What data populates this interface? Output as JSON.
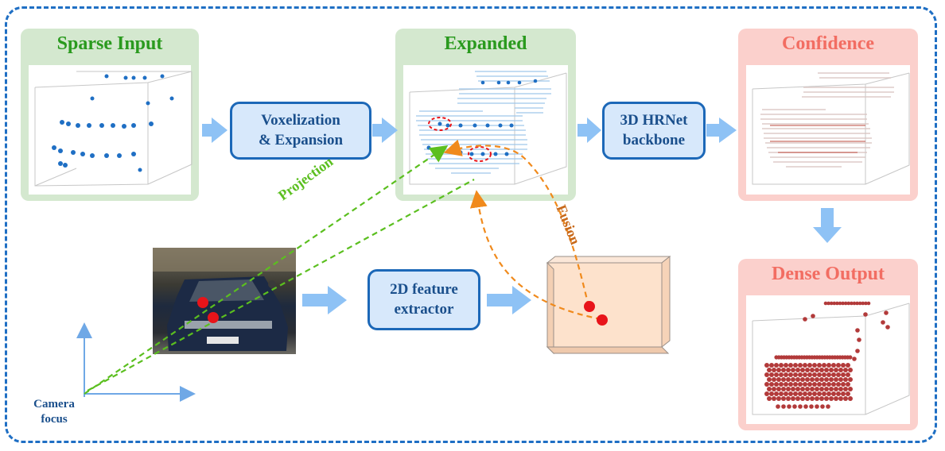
{
  "panels": {
    "sparse_input": {
      "title": "Sparse Input"
    },
    "expanded": {
      "title": "Expanded"
    },
    "confidence": {
      "title": "Confidence"
    },
    "dense_output": {
      "title": "Dense Output"
    }
  },
  "boxes": {
    "voxelization": "Voxelization\n& Expansion",
    "hrnet": "3D HRNet\nbackbone",
    "feature_extractor": "2D feature\nextractor"
  },
  "labels": {
    "projection": "Projection",
    "fusion": "Fusion",
    "camera_focus": "Camera\nfocus"
  },
  "colors": {
    "frame": "#1f6fc4",
    "flow_arrow": "#8ec2f5",
    "projection": "#5bbf1f",
    "fusion": "#f08a1c",
    "feature_point": "#e8141a"
  }
}
